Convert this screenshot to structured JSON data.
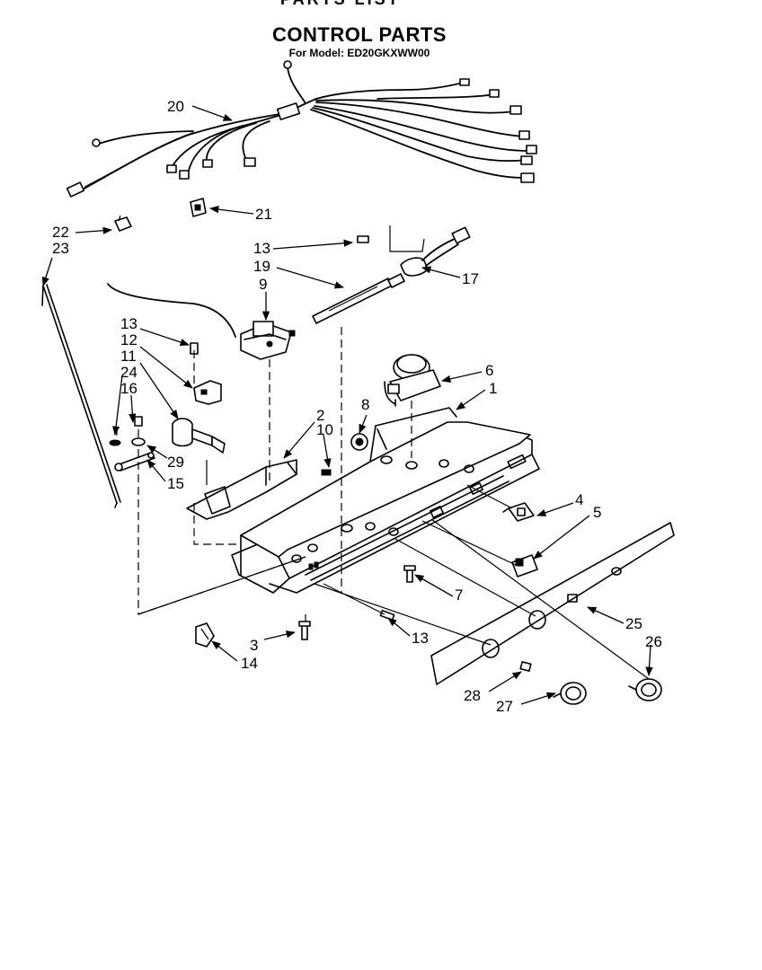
{
  "header": {
    "cut_title": "PARTS LIST",
    "title": "CONTROL PARTS",
    "subtitle": "For Model: ED20GKXWW00"
  },
  "callouts": {
    "c1": "1",
    "c2": "2",
    "c3": "3",
    "c4": "4",
    "c5": "5",
    "c6": "6",
    "c7": "7",
    "c8": "8",
    "c9": "9",
    "c10": "10",
    "c11": "11",
    "c12": "12",
    "c13a": "13",
    "c13b": "13",
    "c13c": "13",
    "c14": "14",
    "c15": "15",
    "c16": "16",
    "c17": "17",
    "c19": "19",
    "c20": "20",
    "c21": "21",
    "c22": "22",
    "c23": "23",
    "c24": "24",
    "c25": "25",
    "c26": "26",
    "c27": "27",
    "c28": "28",
    "c29": "29"
  }
}
